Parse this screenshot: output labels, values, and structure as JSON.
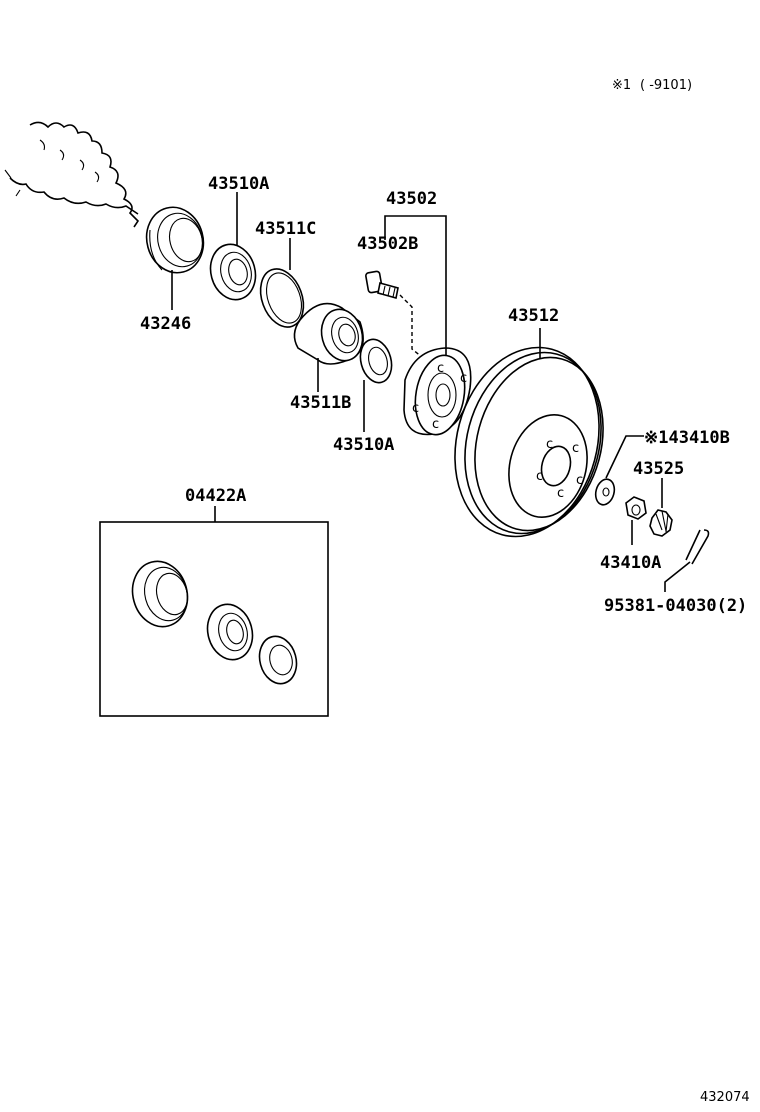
{
  "header_note": {
    "mark": "※1",
    "range": "(      -9101)"
  },
  "labels": {
    "p43510A_top": "43510A",
    "p43511C": "43511C",
    "p43502": "43502",
    "p43502B": "43502B",
    "p43246": "43246",
    "p43512": "43512",
    "p43511B": "43511B",
    "p43510A_bottom": "43510A",
    "p43410B": "※143410B",
    "p43525": "43525",
    "p04422A": "04422A",
    "p43410A": "43410A",
    "p95381": "95381-04030(2)"
  },
  "footer": {
    "figure_number": "432074"
  }
}
